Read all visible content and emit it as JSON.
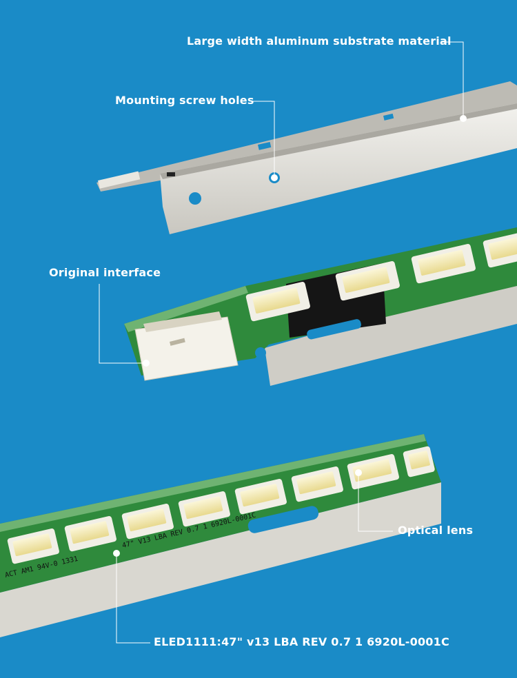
{
  "colors": {
    "background": "#1a8bc7",
    "pcb_green": "#2f8a3c",
    "aluminum": "#dcdad4",
    "led_housing": "#f1efe6",
    "led_lens": "#f4e6a6",
    "leader_line": "#ffffff"
  },
  "labels": {
    "aluminum_substrate": "Large width aluminum substrate material",
    "screw_holes": "Mounting screw holes",
    "interface": "Original interface",
    "optical_lens": "Optical lens",
    "model_code": "ELED1111:47\" v13 LBA REV 0.7 1 6920L-0001C"
  },
  "pcb_print": {
    "line1": "47\" V13 LBA REV 0.7 1 6920L-0001C",
    "line2": "ACT AM1 94V-0 1331"
  }
}
